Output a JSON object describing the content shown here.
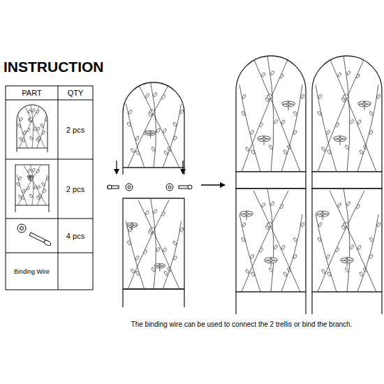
{
  "diagram": {
    "title": "INSTRUCTION",
    "caption": "The binding wire can be used to connect the 2 trellis or bind the branch.",
    "labels": [
      "PART",
      "QTY",
      "2 pcs",
      "2 pcs",
      "4 pcs",
      "Binding Wire"
    ]
  }
}
